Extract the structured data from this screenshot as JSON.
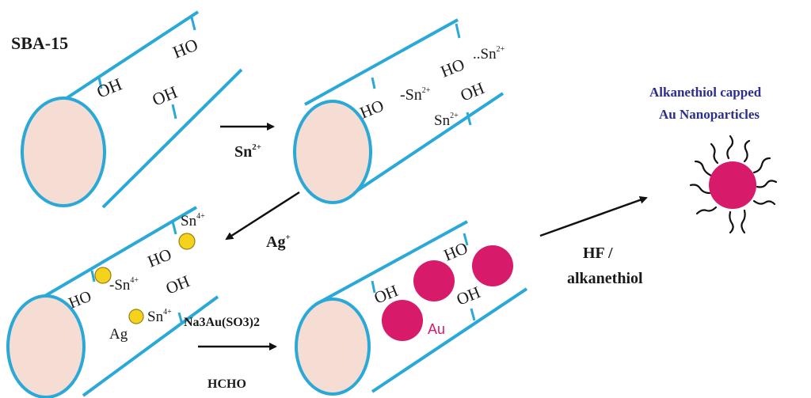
{
  "colors": {
    "tube": "#2aa9d8",
    "pore_fill": "#f6ddd4",
    "gold": "#d81a6a",
    "silver": "#f5d21c",
    "title_blue": "#2b2f8a",
    "text": "#1a1a1a"
  },
  "labels": {
    "material": "SBA-15",
    "oh": "OH",
    "ho": "HO",
    "tin2": "Sn",
    "tin2_charge": "2+",
    "tin4": "Sn",
    "tin4_charge": "4+",
    "silver": "Ag",
    "gold_in_pore": "Au"
  },
  "steps": {
    "step1_reagent": "Sn",
    "step1_reagent_charge": "2+",
    "step2_reagent": "Ag",
    "step2_reagent_charge": "+",
    "step3_reagent_top": "Na3Au(SO3)2",
    "step3_reagent_bottom": "HCHO",
    "step4_reagent_line1": "HF  /",
    "step4_reagent_line2": "alkanethiol"
  },
  "product": {
    "title_line1": "Alkanethiol capped",
    "title_line2": "Au Nanoparticles"
  }
}
